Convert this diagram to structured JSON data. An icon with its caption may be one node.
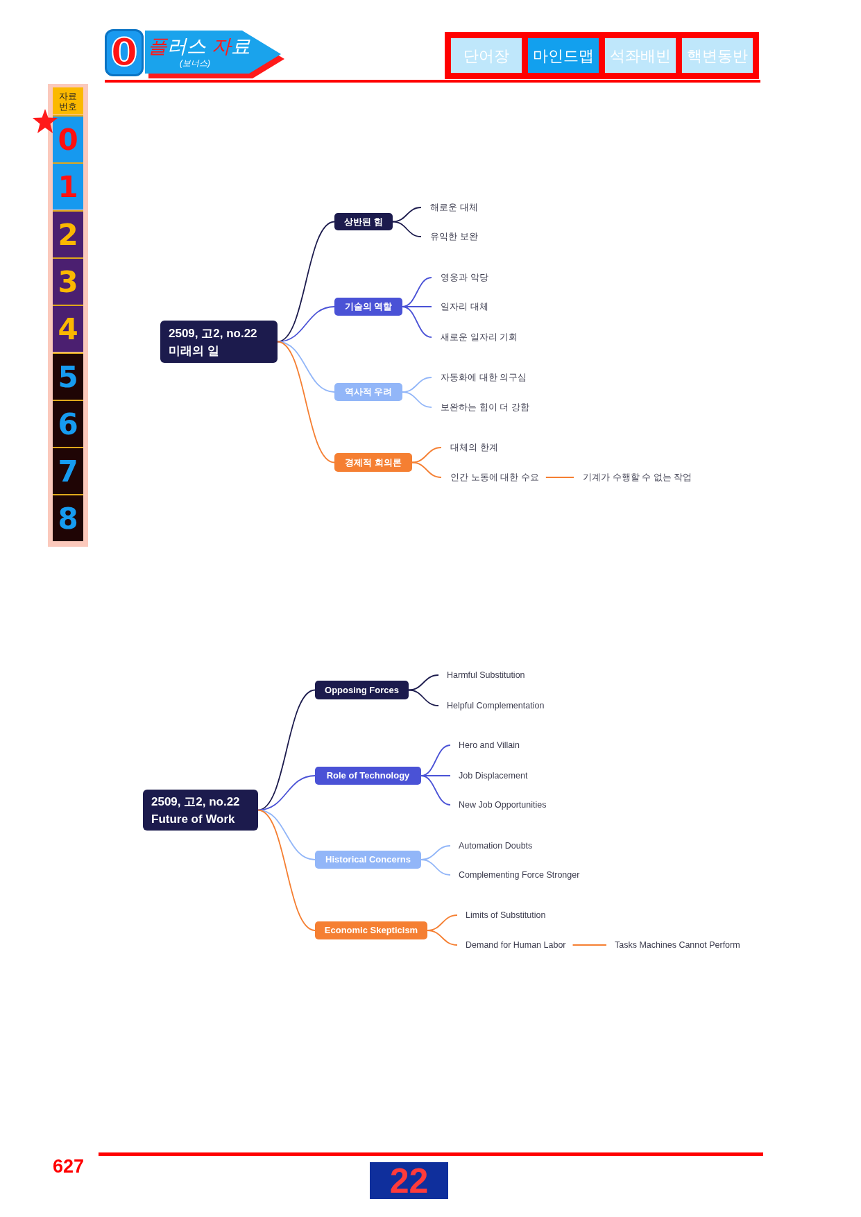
{
  "diagram": {
    "nodes": [
      {
        "text": [
          "0"
        ]
      },
      {
        "text": [
          "플러스 자료",
          "(보너스)"
        ]
      },
      {
        "text": [
          "단어장"
        ]
      },
      {
        "text": [
          "마인드맵"
        ]
      },
      {
        "text": [
          "석좌배빈"
        ]
      },
      {
        "text": [
          "핵변동반"
        ]
      },
      {
        "text": [
          "자료 번호"
        ]
      },
      {
        "text": [
          "0"
        ]
      },
      {
        "text": [
          "1"
        ]
      },
      {
        "text": [
          "2"
        ]
      },
      {
        "text": [
          "3"
        ]
      },
      {
        "text": [
          "4"
        ]
      },
      {
        "text": [
          "5"
        ]
      },
      {
        "text": [
          "6"
        ]
      },
      {
        "text": [
          "7"
        ]
      },
      {
        "text": [
          "8"
        ]
      },
      {
        "text": [
          "2509, 고2, no.22",
          "미래의 일"
        ]
      },
      {
        "text": [
          "상반된 힘"
        ]
      },
      {
        "text": [
          "해로운 대체"
        ]
      },
      {
        "text": [
          "유익한 보완"
        ]
      },
      {
        "text": [
          "기술의 역할"
        ]
      },
      {
        "text": [
          "영웅과 악당"
        ]
      },
      {
        "text": [
          "일자리 대체"
        ]
      },
      {
        "text": [
          "새로운 일자리 기회"
        ]
      },
      {
        "text": [
          "역사적 우려"
        ]
      },
      {
        "text": [
          "자동화에 대한 의구심"
        ]
      },
      {
        "text": [
          "보완하는 힘이 더 강함"
        ]
      },
      {
        "text": [
          "경제적 회의론"
        ]
      },
      {
        "text": [
          "대체의 한계"
        ]
      },
      {
        "text": [
          "인간 노동에 대한 수요"
        ]
      },
      {
        "text": [
          "기계가 수행할 수 없는 작업"
        ]
      },
      {
        "text": [
          "2509, 고2, no.22",
          "Future of Work"
        ]
      },
      {
        "text": [
          "Opposing Forces"
        ]
      },
      {
        "text": [
          "Harmful Substitution"
        ]
      },
      {
        "text": [
          "Helpful Complementation"
        ]
      },
      {
        "text": [
          "Role of Technology"
        ]
      },
      {
        "text": [
          "Hero and Villain"
        ]
      },
      {
        "text": [
          "Job Displacement"
        ]
      },
      {
        "text": [
          "New Job Opportunities"
        ]
      },
      {
        "text": [
          "Historical Concerns"
        ]
      },
      {
        "text": [
          "Automation Doubts"
        ]
      },
      {
        "text": [
          "Complementing Force Stronger"
        ]
      },
      {
        "text": [
          "Economic Skepticism"
        ]
      },
      {
        "text": [
          "Limits of Substitution"
        ]
      },
      {
        "text": [
          "Demand for Human Labor"
        ]
      },
      {
        "text": [
          "Tasks Machines Cannot Perform"
        ]
      },
      {
        "text": [
          "22"
        ]
      }
    ],
    "edges": [
      {
        "from": 16,
        "to": 17,
        "arrow": "none",
        "color": "#1c1b4d"
      },
      {
        "from": 17,
        "to": 18,
        "arrow": "none",
        "color": "#1c1b4d"
      },
      {
        "from": 17,
        "to": 19,
        "arrow": "none",
        "color": "#1c1b4d"
      },
      {
        "from": 16,
        "to": 20,
        "arrow": "none",
        "color": "#4a52d6"
      },
      {
        "from": 20,
        "to": 21,
        "arrow": "none",
        "color": "#4a52d6"
      },
      {
        "from": 20,
        "to": 22,
        "arrow": "none",
        "color": "#4a52d6"
      },
      {
        "from": 20,
        "to": 23,
        "arrow": "none",
        "color": "#4a52d6"
      },
      {
        "from": 16,
        "to": 24,
        "arrow": "none",
        "color": "#92b6f8"
      },
      {
        "from": 24,
        "to": 25,
        "arrow": "none",
        "color": "#92b6f8"
      },
      {
        "from": 24,
        "to": 26,
        "arrow": "none",
        "color": "#92b6f8"
      },
      {
        "from": 16,
        "to": 27,
        "arrow": "none",
        "color": "#f57f32"
      },
      {
        "from": 27,
        "to": 28,
        "arrow": "none",
        "color": "#f57f32"
      },
      {
        "from": 27,
        "to": 29,
        "arrow": "none",
        "color": "#f57f32"
      },
      {
        "from": 29,
        "to": 30,
        "arrow": "none",
        "color": "#f57f32"
      },
      {
        "from": 31,
        "to": 32,
        "arrow": "none",
        "color": "#1c1b4d"
      },
      {
        "from": 32,
        "to": 33,
        "arrow": "none",
        "color": "#1c1b4d"
      },
      {
        "from": 32,
        "to": 34,
        "arrow": "none",
        "color": "#1c1b4d"
      },
      {
        "from": 31,
        "to": 35,
        "arrow": "none",
        "color": "#4a52d6"
      },
      {
        "from": 35,
        "to": 36,
        "arrow": "none",
        "color": "#4a52d6"
      },
      {
        "from": 35,
        "to": 37,
        "arrow": "none",
        "color": "#4a52d6"
      },
      {
        "from": 35,
        "to": 38,
        "arrow": "none",
        "color": "#4a52d6"
      },
      {
        "from": 31,
        "to": 39,
        "arrow": "none",
        "color": "#92b6f8"
      },
      {
        "from": 39,
        "to": 40,
        "arrow": "none",
        "color": "#92b6f8"
      },
      {
        "from": 39,
        "to": 41,
        "arrow": "none",
        "color": "#92b6f8"
      },
      {
        "from": 31,
        "to": 42,
        "arrow": "none",
        "color": "#f57f32"
      },
      {
        "from": 42,
        "to": 43,
        "arrow": "none",
        "color": "#f57f32"
      },
      {
        "from": 42,
        "to": 44,
        "arrow": "none",
        "color": "#f57f32"
      },
      {
        "from": 44,
        "to": 45,
        "arrow": "none",
        "color": "#f57f32"
      }
    ],
    "labels": [
      "627"
    ]
  }
}
